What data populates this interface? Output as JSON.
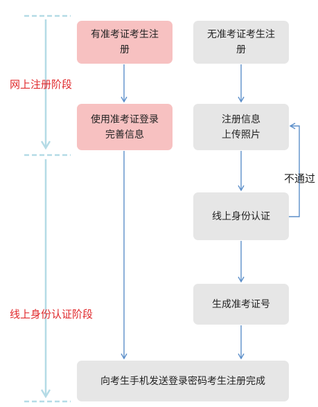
{
  "stages": {
    "online_registration": "网上注册阶段",
    "online_identity_verification": "线上身份认证阶段"
  },
  "nodes": {
    "has_admission": "有准考证考生注\n册",
    "use_admission_login": "使用准考证登录\n完善信息",
    "no_admission": "无准考证考生注\n册",
    "upload_info": "注册信息\n上传照片",
    "identity_verification": "线上身份认证",
    "generate_admission": "生成准考证号",
    "send_password": "向考生手机发送登录密码考生注册完成"
  },
  "labels": {
    "not_passed": "不通过"
  },
  "colors": {
    "pink_box": "#f7c1c1",
    "gray_box": "#e6e6e6",
    "arrow_blue": "#5b8ec9",
    "timeline": "#b4dbe6",
    "stage_text": "#e0282b"
  }
}
